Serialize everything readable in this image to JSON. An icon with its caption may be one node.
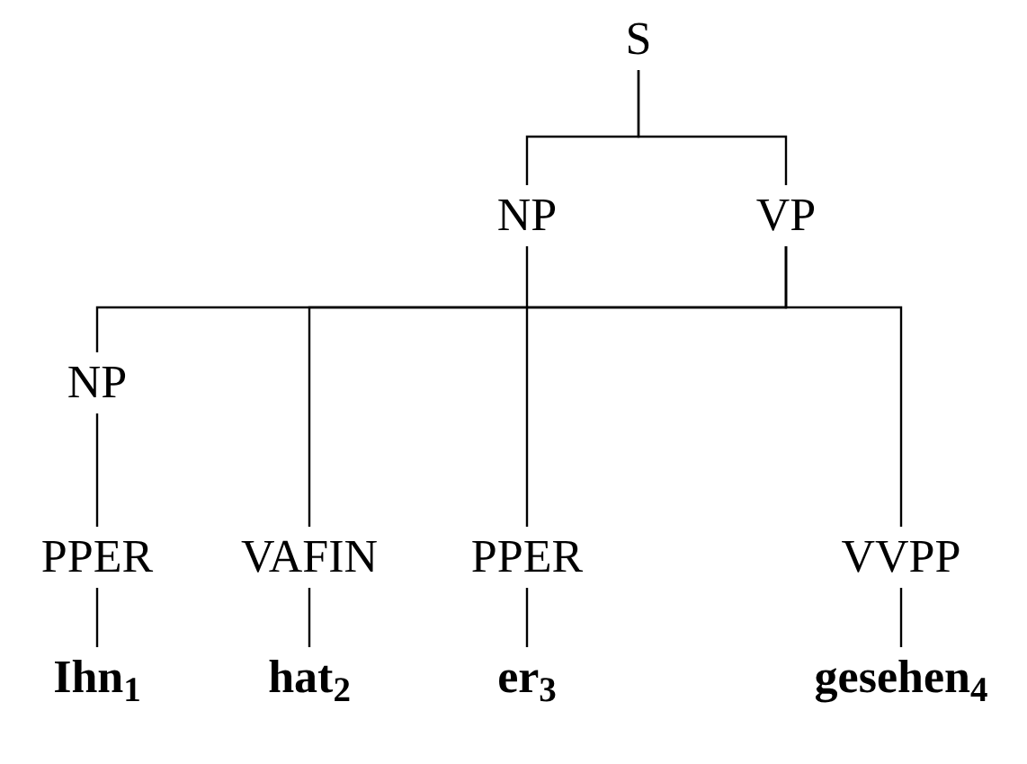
{
  "diagram": {
    "nodes": [
      {
        "text": [
          "S"
        ]
      },
      {
        "text": [
          "NP"
        ]
      },
      {
        "text": [
          "VP"
        ]
      },
      {
        "text": [
          "NP"
        ]
      },
      {
        "text": [
          "PPER"
        ]
      },
      {
        "text": [
          "VAFIN"
        ]
      },
      {
        "text": [
          "PPER"
        ]
      },
      {
        "text": [
          "VVPP"
        ]
      },
      {
        "text": [
          "Ihn$_{1}$"
        ]
      },
      {
        "text": [
          "hat$_{2}$"
        ]
      },
      {
        "text": [
          "er$_{3}$"
        ]
      },
      {
        "text": [
          "gesehen$_{4}$"
        ]
      }
    ],
    "edges": [
      {
        "from": 0,
        "to": 1,
        "arrow": "none"
      },
      {
        "from": 0,
        "to": 2,
        "arrow": "none"
      },
      {
        "from": 1,
        "to": 6,
        "arrow": "none"
      },
      {
        "from": 2,
        "to": 3,
        "arrow": "none"
      },
      {
        "from": 2,
        "to": 5,
        "arrow": "none"
      },
      {
        "from": 2,
        "to": 7,
        "arrow": "none"
      },
      {
        "from": 3,
        "to": 4,
        "arrow": "none"
      },
      {
        "from": 4,
        "to": 8,
        "arrow": "none"
      },
      {
        "from": 5,
        "to": 9,
        "arrow": "none"
      },
      {
        "from": 6,
        "to": 10,
        "arrow": "none"
      },
      {
        "from": 7,
        "to": 11,
        "arrow": "none"
      }
    ]
  }
}
